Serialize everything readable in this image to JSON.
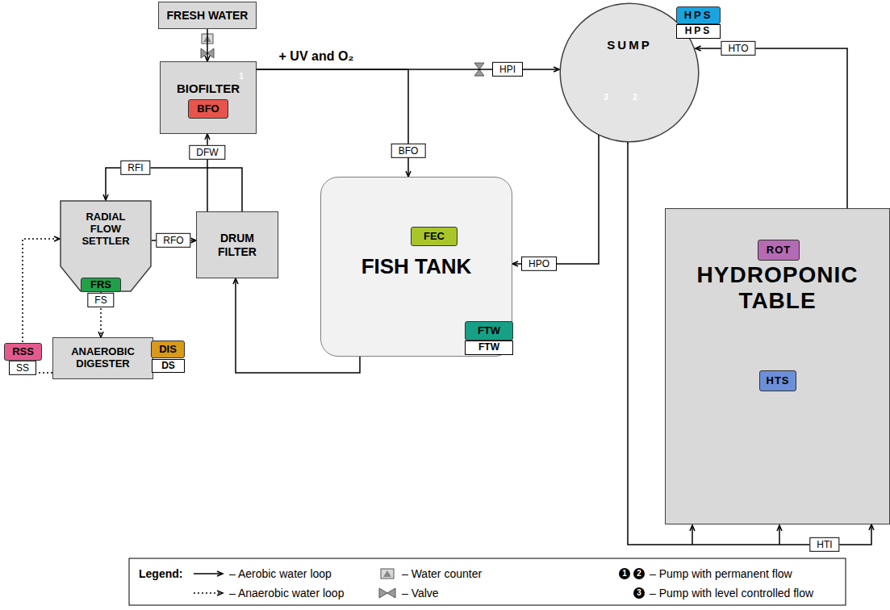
{
  "diagram": {
    "nodes": [
      {
        "text": [
          "FRESH WATER"
        ]
      },
      {
        "text": [
          "BIOFILTER"
        ]
      },
      {
        "text": [
          "BFO"
        ],
        "in": 1
      },
      {
        "text": [
          "RADIAL FLOW SETTLER"
        ]
      },
      {
        "text": [
          "FRS"
        ],
        "in": 3
      },
      {
        "text": [
          "DRUM FILTER"
        ]
      },
      {
        "text": [
          "ANAEROBIC DIGESTER"
        ]
      },
      {
        "text": [
          "DIS"
        ],
        "in": 6
      },
      {
        "text": [
          "DS"
        ],
        "in": 6
      },
      {
        "text": [
          "FISH TANK"
        ]
      },
      {
        "text": [
          "FEC"
        ],
        "in": 9
      },
      {
        "text": [
          "FTW"
        ],
        "in": 9
      },
      {
        "text": [
          "FTW"
        ],
        "in": 9
      },
      {
        "text": [
          "SUMP"
        ]
      },
      {
        "text": [
          "HPS"
        ],
        "in": 13
      },
      {
        "text": [
          "HPS"
        ],
        "in": 13
      },
      {
        "text": [
          "HYDROPONIC TABLE"
        ]
      },
      {
        "text": [
          "ROT"
        ],
        "in": 16
      },
      {
        "text": [
          "HTS"
        ],
        "in": 16
      },
      {
        "text": [
          "RSS"
        ]
      }
    ],
    "edges": [
      {
        "from": 0,
        "to": 1,
        "arrow": "to"
      },
      {
        "from": 1,
        "to": 9,
        "arrow": "to",
        "label": "BFO"
      },
      {
        "from": 1,
        "to": 13,
        "arrow": "to",
        "label": "HPI"
      },
      {
        "from": 5,
        "to": 1,
        "arrow": "to",
        "label": "DFW"
      },
      {
        "from": 5,
        "to": 3,
        "arrow": "to",
        "label": "RFI"
      },
      {
        "from": 3,
        "to": 5,
        "arrow": "to",
        "label": "RFO"
      },
      {
        "from": 9,
        "to": 5,
        "arrow": "to"
      },
      {
        "from": 3,
        "to": 6,
        "arrow": "to",
        "label": "FS"
      },
      {
        "from": 6,
        "to": 3,
        "arrow": "to",
        "label": "SS"
      },
      {
        "from": 13,
        "to": 9,
        "arrow": "to",
        "label": "HPO"
      },
      {
        "from": 16,
        "to": 13,
        "arrow": "to",
        "label": "HTO"
      },
      {
        "from": 13,
        "to": 16,
        "arrow": "to",
        "label": "HTI"
      }
    ],
    "labels": [
      "+ UV and O₂",
      "1",
      "3",
      "2",
      "Legend:",
      "1",
      "2",
      "3"
    ],
    "legend": [
      {
        "text": "– Aerobic water loop"
      },
      {
        "text": "– Anaerobic water loop"
      },
      {
        "text": "– Water counter"
      },
      {
        "text": "– Valve"
      },
      {
        "text": "– Pump with permanent flow"
      },
      {
        "text": "– Pump with level controlled flow"
      }
    ]
  }
}
